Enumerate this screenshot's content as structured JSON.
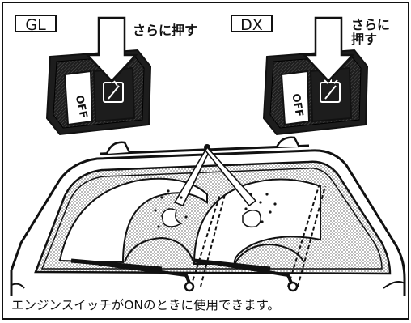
{
  "variants": {
    "gl": {
      "label": "GL",
      "instruction": "さらに押す",
      "switch_text": "OFF"
    },
    "dx": {
      "label": "DX",
      "instruction_line1": "さらに",
      "instruction_line2": "押す",
      "switch_text": "OFF"
    }
  },
  "caption": "エンジンスイッチがONのときに使用できます。",
  "colors": {
    "ink": "#111111",
    "glass_hatch": "#9a9a9a",
    "switch_body": "#2a2a2a"
  },
  "icons": [
    "push-arrow-icon",
    "rear-wiper-washer-icon",
    "wiper-arm-icon",
    "washer-spray-icon"
  ]
}
